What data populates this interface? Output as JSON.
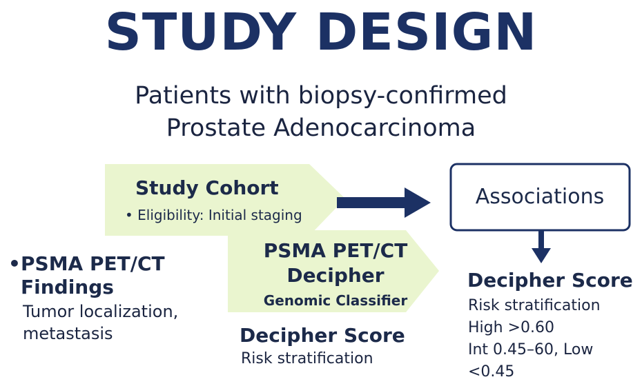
{
  "title": "STUDY DESIGN",
  "subtitle": {
    "line1": "Patients with biopsy-confirmed",
    "line2": "Prostate Adenocarcinoma"
  },
  "study_cohort": {
    "title": "Study Cohort",
    "bullet": "• Eligibility: Initial staging"
  },
  "petct_box": {
    "line1": "PSMA PET/CT",
    "line2": "Decipher",
    "line3": "Genomic Classifier"
  },
  "associations": {
    "label": "Associations"
  },
  "left_findings": {
    "bullet": "•",
    "line1": "PSMA PET/CT",
    "line2": "Findings",
    "body1": "Tumor localization,",
    "body2": "metastasis"
  },
  "mid_score": {
    "title": "Decipher Score",
    "body": "Risk stratification"
  },
  "right_score": {
    "title": "Decipher Score",
    "body1": "Risk stratification",
    "body2": "High >0.60",
    "body3": "Int 0.45–60, Low",
    "body4": "<0.45"
  },
  "colors": {
    "navy": "#1c3164",
    "box_fill": "#eaf5cf",
    "text": "#1a2440"
  }
}
